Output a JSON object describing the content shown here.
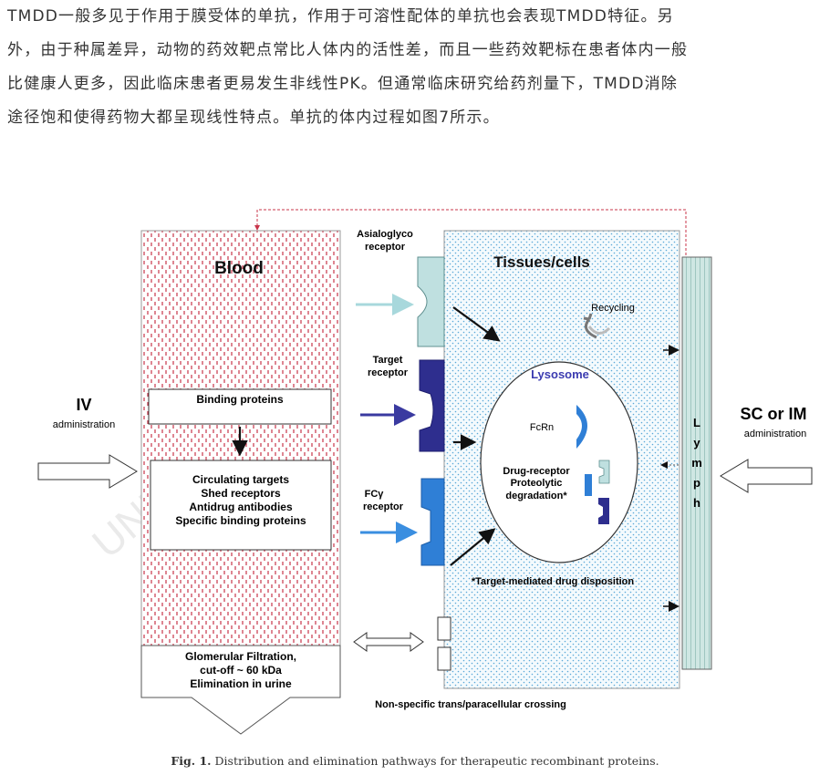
{
  "paragraph": {
    "lines": [
      "TMDD一般多见于作用于膜受体的单抗，作用于可溶性配体的单抗也会表现TMDD特征。另",
      "外，由于种属差异，动物的药效靶点常比人体内的活性差，而且一些药效靶标在患者体内一般",
      "比健康人更多，因此临床患者更易发生非线性PK。但通常临床研究给药剂量下，TMDD消除",
      "途径饱和使得药物大都呈现线性特点。单抗的体内过程如图7所示。"
    ]
  },
  "figure": {
    "blood_title": "Blood",
    "tissues_title": "Tissues/cells",
    "iv_label": "IV",
    "iv_sub": "administration",
    "sc_label": "SC or IM",
    "sc_sub": "administration",
    "binding_proteins": "Binding proteins",
    "circulating": [
      "Circulating targets",
      "Shed receptors",
      "Antidrug antibodies",
      "Specific binding proteins"
    ],
    "glomerular": [
      "Glomerular Filtration,",
      "cut-off ~ 60 kDa",
      "Elimination in urine"
    ],
    "asialoglyco": [
      "Asialoglyco",
      "receptor"
    ],
    "target_receptor": [
      "Target",
      "receptor"
    ],
    "fcg_receptor": [
      "FCγ",
      "receptor"
    ],
    "recycling": "Recycling",
    "lysosome": "Lysosome",
    "fcrn": "FcRn",
    "drug_receptor": [
      "Drug-receptor",
      "Proteolytic",
      "degradation*"
    ],
    "tmdd_note": "*Target-mediated drug disposition",
    "nonspecific": "Non-specific trans/paracellular crossing",
    "lymph": [
      "L",
      "y",
      "m",
      "p",
      "h"
    ],
    "watermark": "UNIV..."
  },
  "caption": {
    "prefix": "Fig. 1.",
    "text": " Distribution and elimination pathways for therapeutic recombinant proteins."
  },
  "colors": {
    "blood_dash": "#c8344a",
    "tissue_dot": "#5aa8d8",
    "asialo": "#bfe0e0",
    "target": "#2e2e8e",
    "fcg": "#2f7fd6",
    "lymph": "#cfe7e3",
    "lysosome_text": "#3b3bb0"
  }
}
